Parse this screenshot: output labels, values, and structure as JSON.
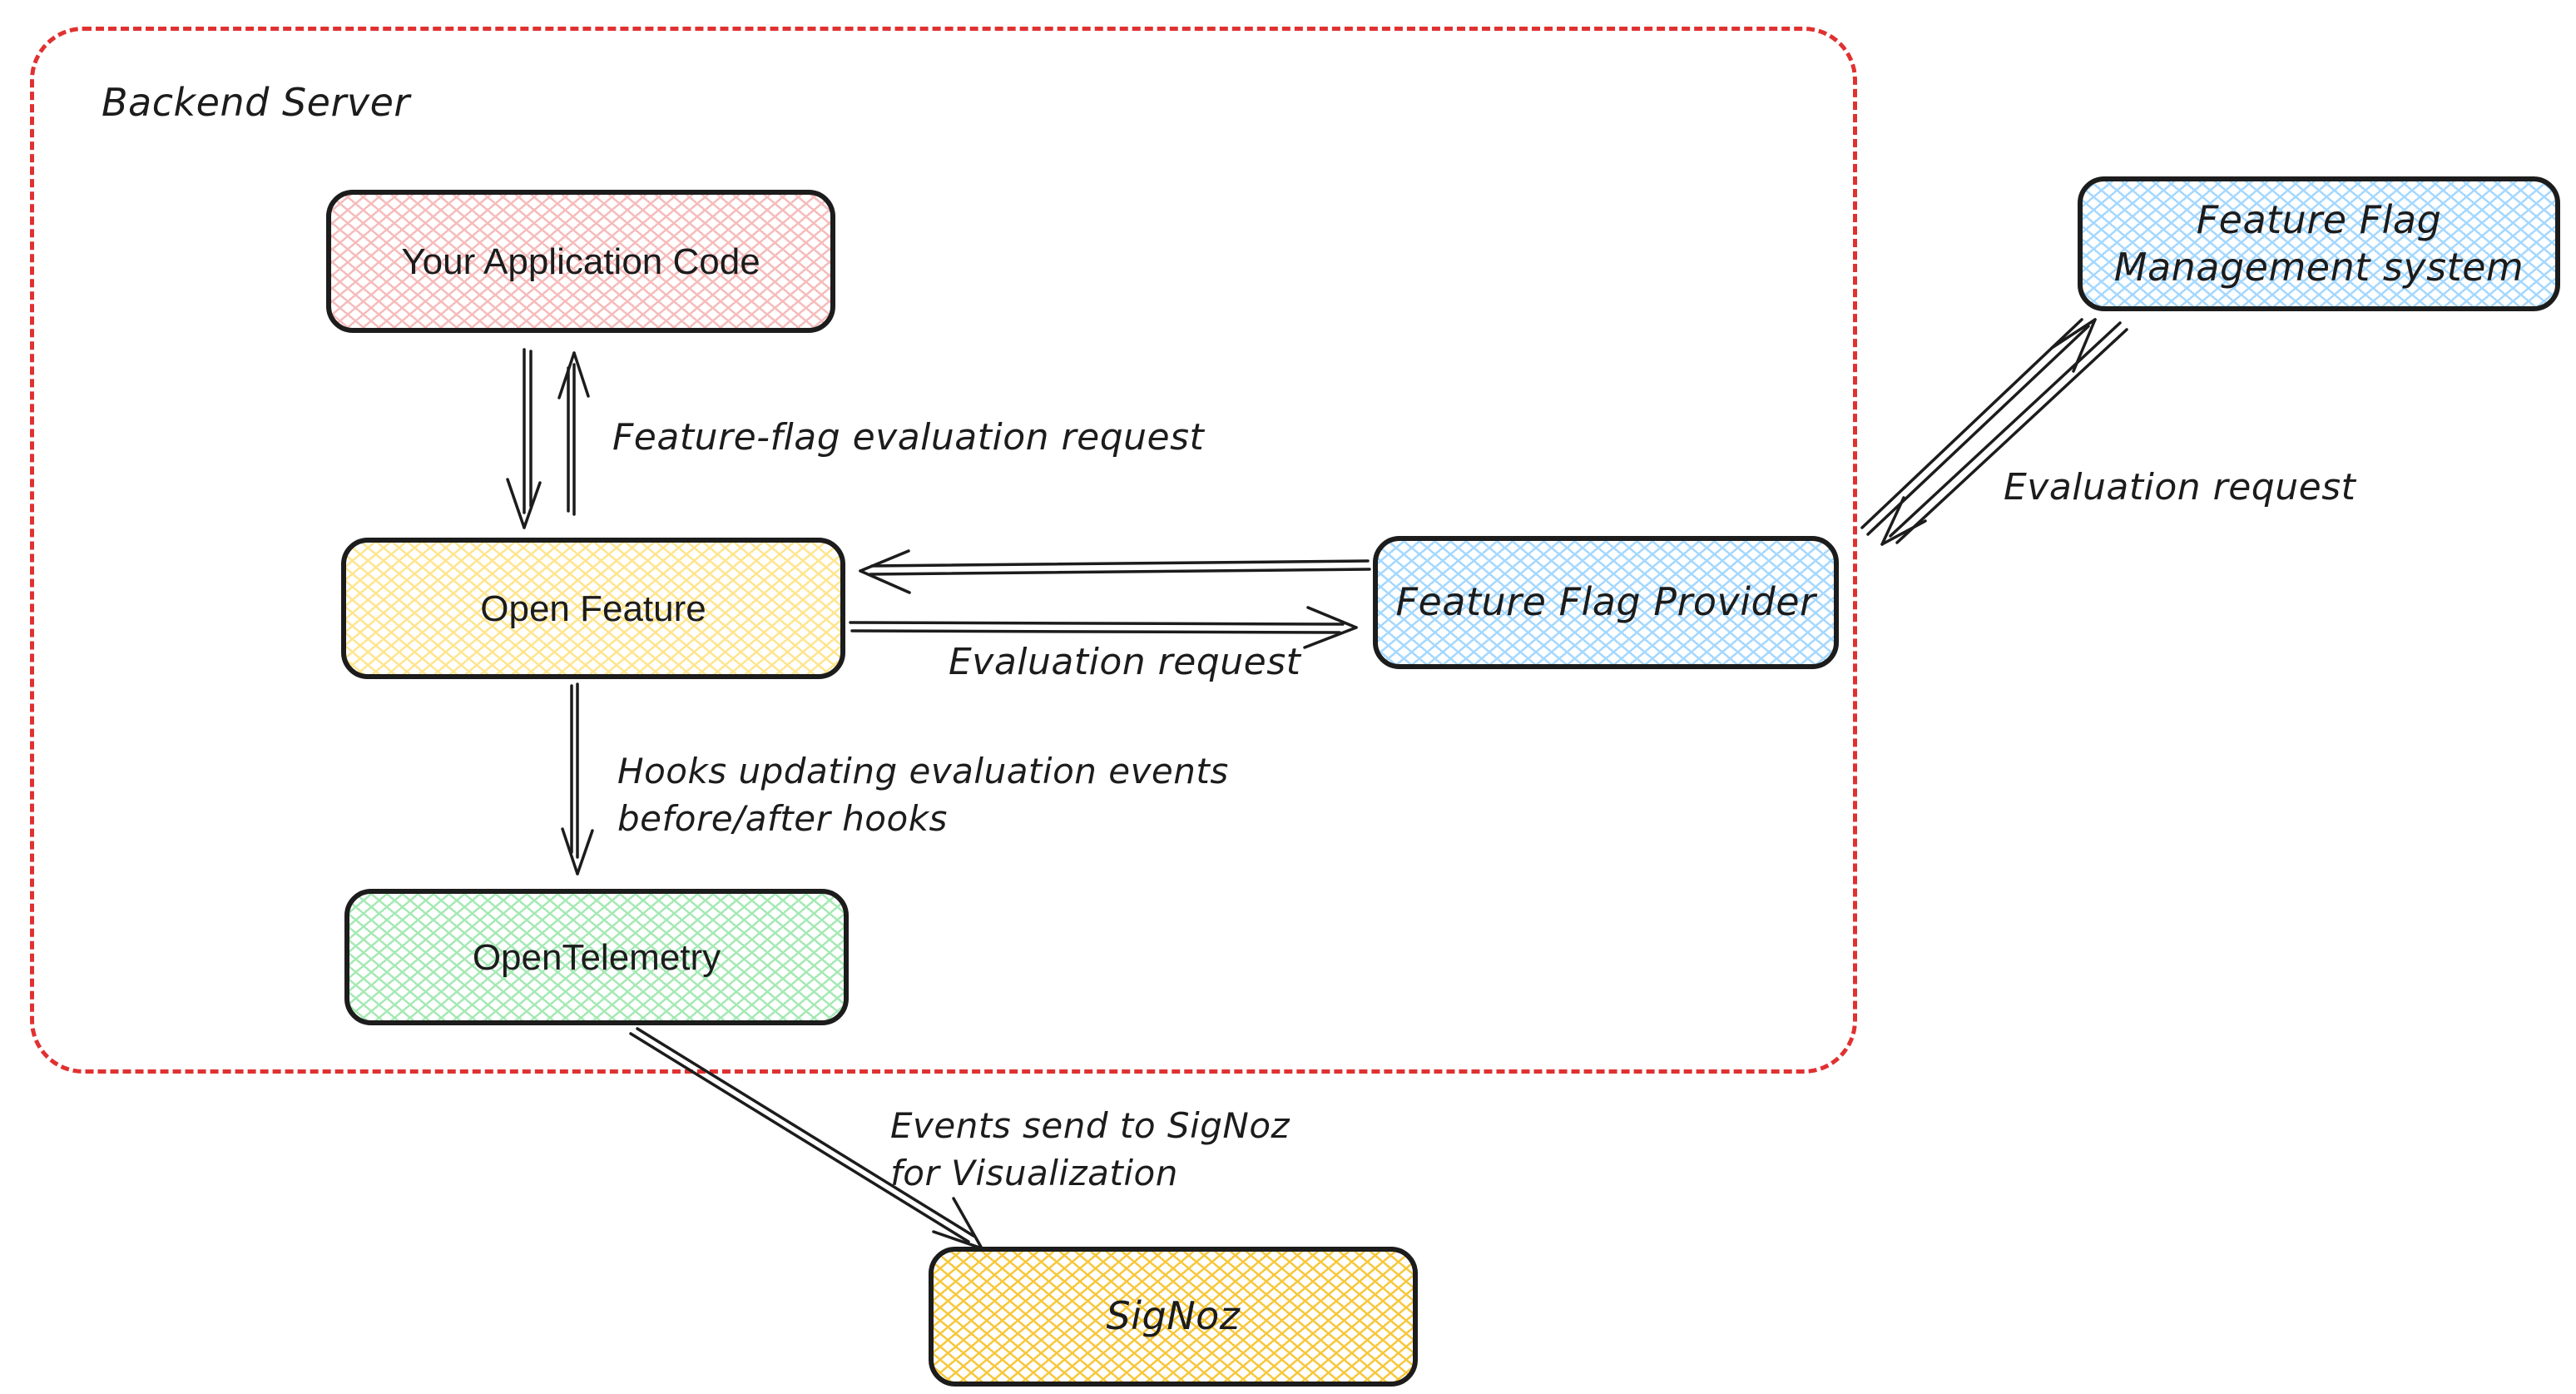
{
  "container": {
    "label": "Backend Server"
  },
  "nodes": {
    "application": {
      "label": "Your Application Code",
      "fill": "#f6bcbc"
    },
    "open_feature": {
      "label": "Open Feature",
      "fill": "#ffe58f"
    },
    "opentelemetry": {
      "label": "OpenTelemetry",
      "fill": "#a6e9b5"
    },
    "provider": {
      "label": "Feature Flag Provider",
      "fill": "#a5d8ff"
    },
    "management": {
      "line1": "Feature Flag",
      "line2": "Management system",
      "fill": "#a5d8ff"
    },
    "signoz": {
      "label": "SigNoz",
      "fill": "#f7c83d"
    }
  },
  "edge_labels": {
    "app_openfeature": "Feature-flag evaluation request",
    "openfeature_provider": "Evaluation request",
    "provider_management": "Evaluation request",
    "hooks_line1": "Hooks updating evaluation events",
    "hooks_line2": "before/after hooks",
    "events_line1": "Events send to SigNoz",
    "events_line2": "for Visualization"
  },
  "colors": {
    "dashed_border": "#e03131",
    "node_border": "#1c1c1c",
    "text": "#1c1c1c",
    "background": "#ffffff"
  }
}
